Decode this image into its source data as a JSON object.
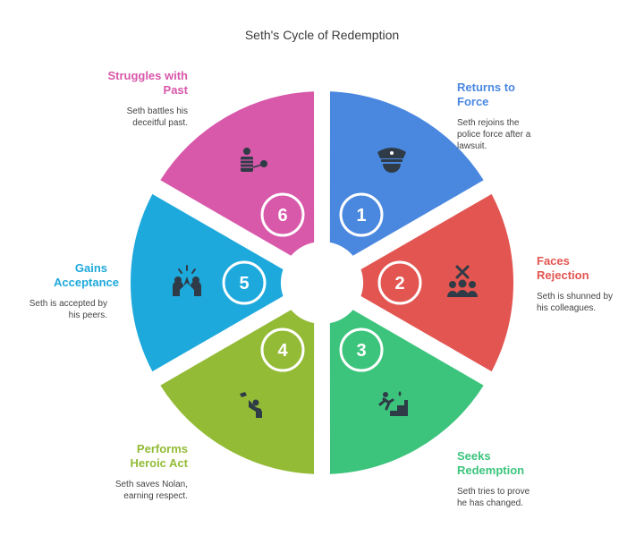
{
  "title": "Seth's Cycle of Redemption",
  "segments": [
    {
      "num": "1",
      "title": "Returns to Force",
      "description": "Seth rejoins the police force after a lawsuit.",
      "color": "#4a88e0",
      "icon": "police-officer-icon"
    },
    {
      "num": "2",
      "title": "Faces Rejection",
      "description": "Seth is shunned by his colleagues.",
      "color": "#e25551",
      "icon": "rejected-group-icon"
    },
    {
      "num": "3",
      "title": "Seeks Redemption",
      "description": "Seth tries to prove he has changed.",
      "color": "#3cc47c",
      "icon": "climbing-stairs-icon"
    },
    {
      "num": "4",
      "title": "Performs Heroic Act",
      "description": "Seth saves Nolan, earning respect.",
      "color": "#93bb36",
      "icon": "rescue-icon"
    },
    {
      "num": "5",
      "title": "Gains Acceptance",
      "description": "Seth is accepted by his peers.",
      "color": "#1ea9dc",
      "icon": "high-five-icon"
    },
    {
      "num": "6",
      "title": "Struggles with Past",
      "description": "Seth battles his deceitful past.",
      "color": "#d858aa",
      "icon": "prisoner-icon"
    }
  ]
}
